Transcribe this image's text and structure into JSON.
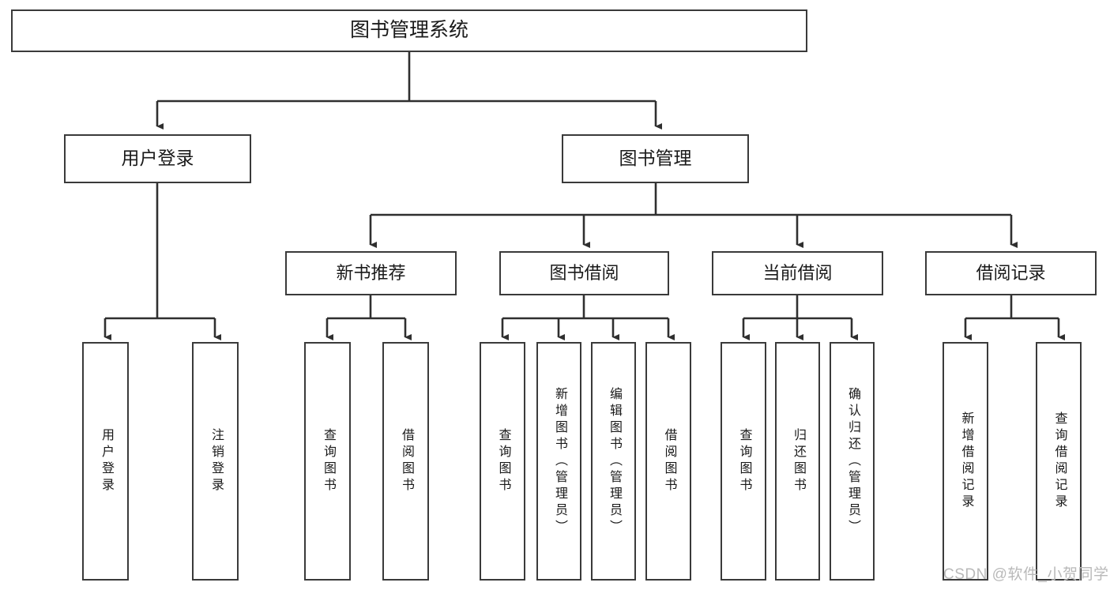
{
  "diagram": {
    "title": "图书管理系统",
    "type": "tree-hierarchy-diagram",
    "colors": {
      "box_border": "#3a3a3a",
      "box_fill": "#ffffff",
      "edge": "#2f2f2f",
      "text": "#1a1a1a",
      "watermark": "#b9b9b9",
      "background": "#ffffff"
    },
    "root": {
      "label": "图书管理系统"
    },
    "level2": [
      {
        "label": "用户登录"
      },
      {
        "label": "图书管理"
      }
    ],
    "level3": [
      {
        "label": "新书推荐"
      },
      {
        "label": "图书借阅"
      },
      {
        "label": "当前借阅"
      },
      {
        "label": "借阅记录"
      }
    ],
    "leaves": {
      "user_login": [
        {
          "label": "用户登录"
        },
        {
          "label": "注销登录"
        }
      ],
      "new_book": [
        {
          "label": "查询图书"
        },
        {
          "label": "借阅图书"
        }
      ],
      "book_borrow": [
        {
          "label": "查询图书"
        },
        {
          "label": "新增图书（管理员）"
        },
        {
          "label": "编辑图书（管理员）"
        },
        {
          "label": "借阅图书"
        }
      ],
      "current_borrow": [
        {
          "label": "查询图书"
        },
        {
          "label": "归还图书"
        },
        {
          "label": "确认归还（管理员）"
        }
      ],
      "borrow_record": [
        {
          "label": "新增借阅记录"
        },
        {
          "label": "查询借阅记录"
        }
      ]
    },
    "watermark": "CSDN @软件_小贺同学"
  }
}
